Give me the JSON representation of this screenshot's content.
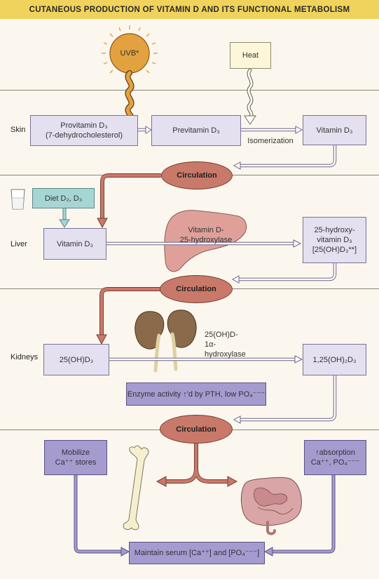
{
  "title": "CUTANEOUS PRODUCTION OF VITAMIN D AND ITS FUNCTIONAL METABOLISM",
  "rows": {
    "skin": "Skin",
    "liver": "Liver",
    "kidneys": "Kidneys"
  },
  "sun": {
    "label": "UVB*"
  },
  "heat": {
    "label": "Heat"
  },
  "skin": {
    "provitamin_line1": "Provitamin D₃",
    "provitamin_line2": "(7-dehydrocholesterol)",
    "previtamin": "Previtamin D₃",
    "isomerization": "Isomerization",
    "vitamin": "Vitamin D₃"
  },
  "circulation": [
    "Circulation",
    "Circulation",
    "Circulation"
  ],
  "diet": {
    "label": "Diet D₂, D₃"
  },
  "liver": {
    "vitamin": "Vitamin D₃",
    "enzyme_line1": "Vitamin D-",
    "enzyme_line2": "25-hydroxylase",
    "product_line1": "25-hydroxy-",
    "product_line2": "vitamin D₃",
    "product_line3": "[25(OH)D₃**]"
  },
  "kidneys": {
    "substrate": "25(OH)D₃",
    "enzyme_line1": "25(OH)D-",
    "enzyme_line2": "1α-hydroxylase",
    "product": "1,25(OH)₂D₃",
    "regulation": "Enzyme activity ↑'d by PTH, low PO₄⁻⁻⁻"
  },
  "effects": {
    "mobilize_line1": "Mobilize",
    "mobilize_line2": "Ca⁺⁺ stores",
    "absorption_line1": "↑absorption",
    "absorption_line2": "Ca⁺⁺, PO₄⁻⁻⁻",
    "maintain": "Maintain serum [Ca⁺⁺] and [PO₄⁻⁻⁻]"
  },
  "colors": {
    "header": "#f0d35c",
    "background": "#fbf7ee",
    "lavender_box": "#e5e0f0",
    "purple_box": "#a59bcf",
    "circulation_oval": "#c8796a",
    "sun": "#e3a23f",
    "diet_box": "#a6d6d3",
    "heat_box": "#fdf6d9"
  }
}
